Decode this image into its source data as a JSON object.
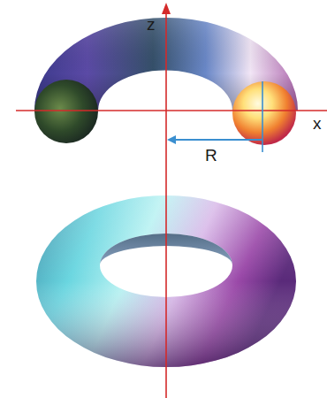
{
  "diagram": {
    "labels": [
      "z",
      "x",
      "R"
    ]
  }
}
